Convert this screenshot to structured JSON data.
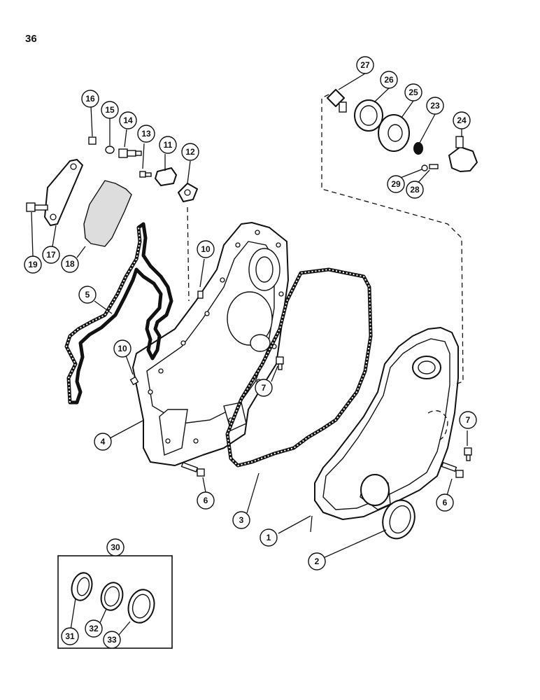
{
  "page": {
    "number": "36"
  },
  "callouts": [
    {
      "label": "1"
    },
    {
      "label": "2"
    },
    {
      "label": "3"
    },
    {
      "label": "4"
    },
    {
      "label": "5"
    },
    {
      "label": "6"
    },
    {
      "label": "6"
    },
    {
      "label": "7"
    },
    {
      "label": "7"
    },
    {
      "label": "10"
    },
    {
      "label": "10"
    },
    {
      "label": "11"
    },
    {
      "label": "12"
    },
    {
      "label": "13"
    },
    {
      "label": "14"
    },
    {
      "label": "15"
    },
    {
      "label": "16"
    },
    {
      "label": "17"
    },
    {
      "label": "18"
    },
    {
      "label": "19"
    },
    {
      "label": "23"
    },
    {
      "label": "24"
    },
    {
      "label": "25"
    },
    {
      "label": "26"
    },
    {
      "label": "27"
    },
    {
      "label": "28"
    },
    {
      "label": "29"
    },
    {
      "label": "30"
    },
    {
      "label": "31"
    },
    {
      "label": "32"
    },
    {
      "label": "33"
    }
  ],
  "colors": {
    "ink": "#111111",
    "paper": "#ffffff"
  }
}
